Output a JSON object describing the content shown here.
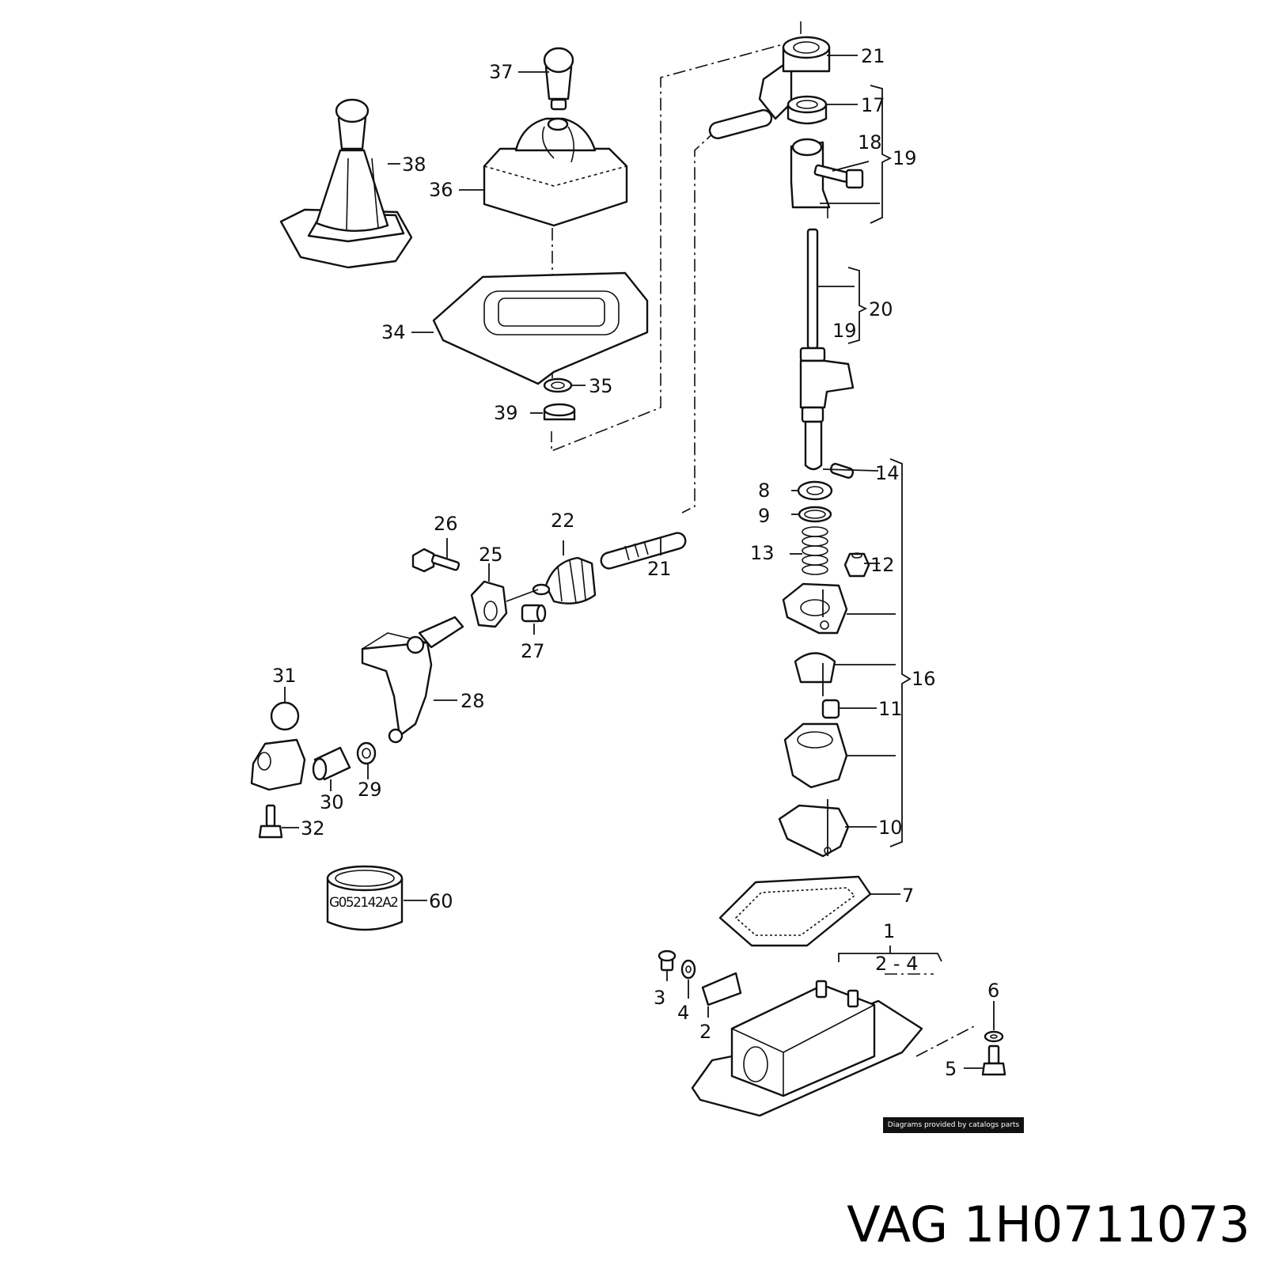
{
  "labels": {
    "l1": "1",
    "l2": "2",
    "l2_4": "2 - 4",
    "l3": "3",
    "l4": "4",
    "l5": "5",
    "l6": "6",
    "l7": "7",
    "l8": "8",
    "l9": "9",
    "l10": "10",
    "l11": "11",
    "l12": "12",
    "l13": "13",
    "l14": "14",
    "l16": "16",
    "l17": "17",
    "l18": "18",
    "l19a": "19",
    "l19b": "19",
    "l20": "20",
    "l21a": "21",
    "l21b": "21",
    "l22": "22",
    "l25": "25",
    "l26": "26",
    "l27": "27",
    "l28": "28",
    "l29": "29",
    "l30": "30",
    "l31": "31",
    "l32": "32",
    "l34": "34",
    "l35": "35",
    "l36": "36",
    "l37": "37",
    "l38": "38",
    "l39": "39",
    "l60": "60"
  },
  "part_marking": "G052142A2",
  "credit": "Diagrams provided by catalogs parts",
  "part_number": {
    "brand": "VAG",
    "code": "1H0711073"
  }
}
